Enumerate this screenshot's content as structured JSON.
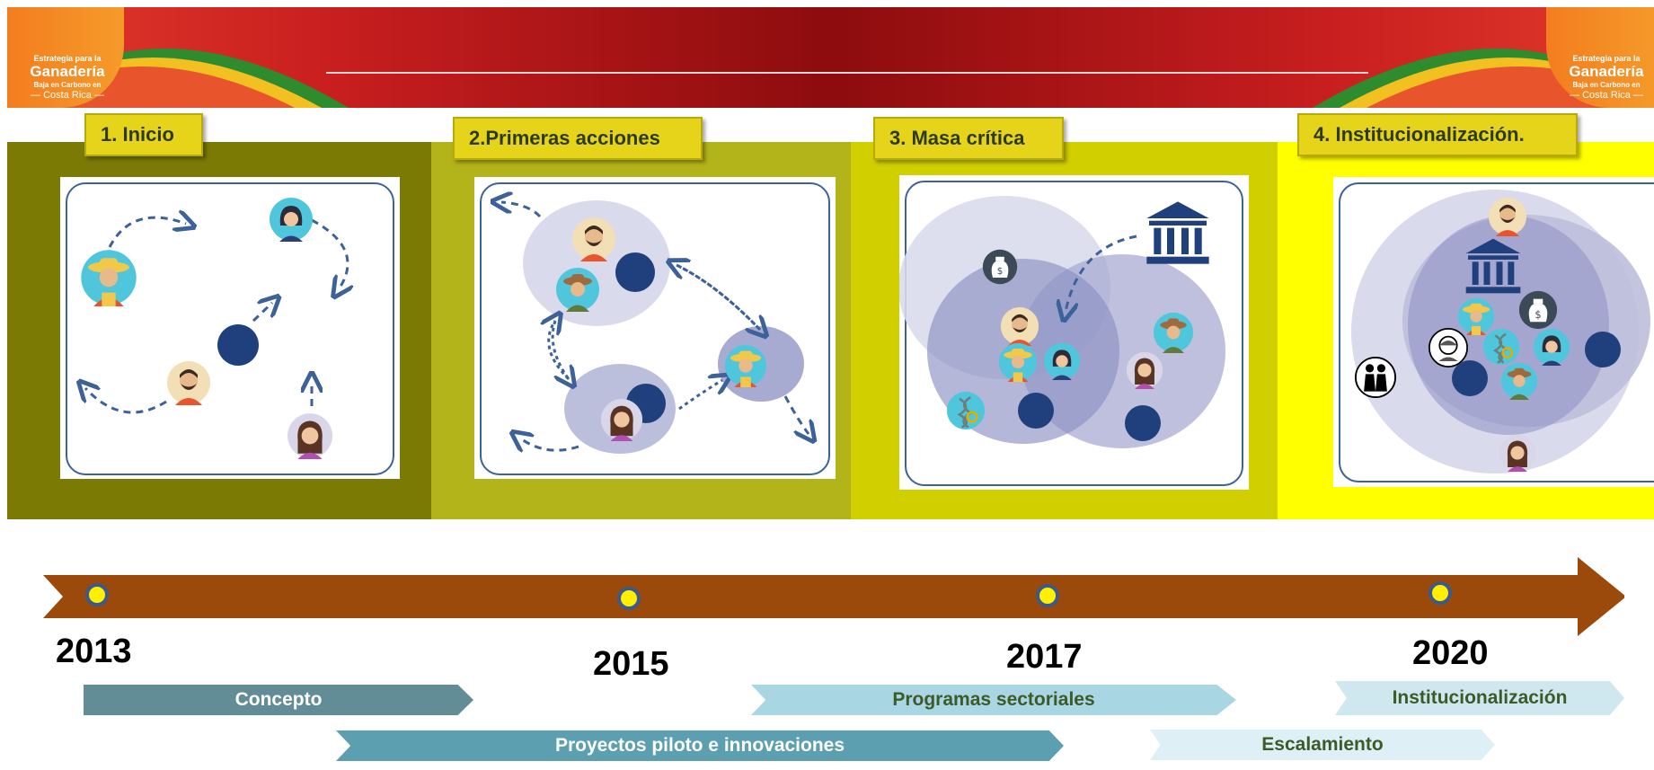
{
  "banner": {
    "logo_left": {
      "line1": "Estrategia para la",
      "line2": "Ganadería",
      "line3": "Baja en Carbono en",
      "line4": "— Costa Rica —"
    },
    "logo_right": {
      "line1": "Estrategia para la",
      "line2": "Ganadería",
      "line3": "Baja en Carbono en",
      "line4": "— Costa Rica —"
    }
  },
  "stages": [
    {
      "label": "1. Inicio",
      "color": "#7a7a05"
    },
    {
      "label": "2.Primeras acciones",
      "color": "#b3b31a"
    },
    {
      "label": "3. Masa crítica",
      "color": "#d1cf00"
    },
    {
      "label": "4. Institucionalización.",
      "color": "#ffff00"
    }
  ],
  "timeline": {
    "arrow_color": "#9b4a0c",
    "years": [
      "2013",
      "2015",
      "2017",
      "2020"
    ]
  },
  "phases": [
    {
      "label": "Concepto",
      "color": "#628d96",
      "text_color": "#ffffff"
    },
    {
      "label": "Programas sectoriales",
      "color": "#a9d6e3",
      "text_color": "#3d5a28"
    },
    {
      "label": "Institucionalización",
      "color": "#cfe8ef",
      "text_color": "#3d5a28"
    },
    {
      "label": "Proyectos piloto e innovaciones",
      "color": "#5b9fb1",
      "text_color": "#ffffff"
    },
    {
      "label": "Escalamiento",
      "color": "#deeff5",
      "text_color": "#3d5a28"
    }
  ],
  "icons": [
    "farmer-icon",
    "woman-icon",
    "man-icon",
    "bank-icon",
    "money-bag-icon",
    "dna-icon",
    "dark-circle-icon",
    "family-icon"
  ]
}
